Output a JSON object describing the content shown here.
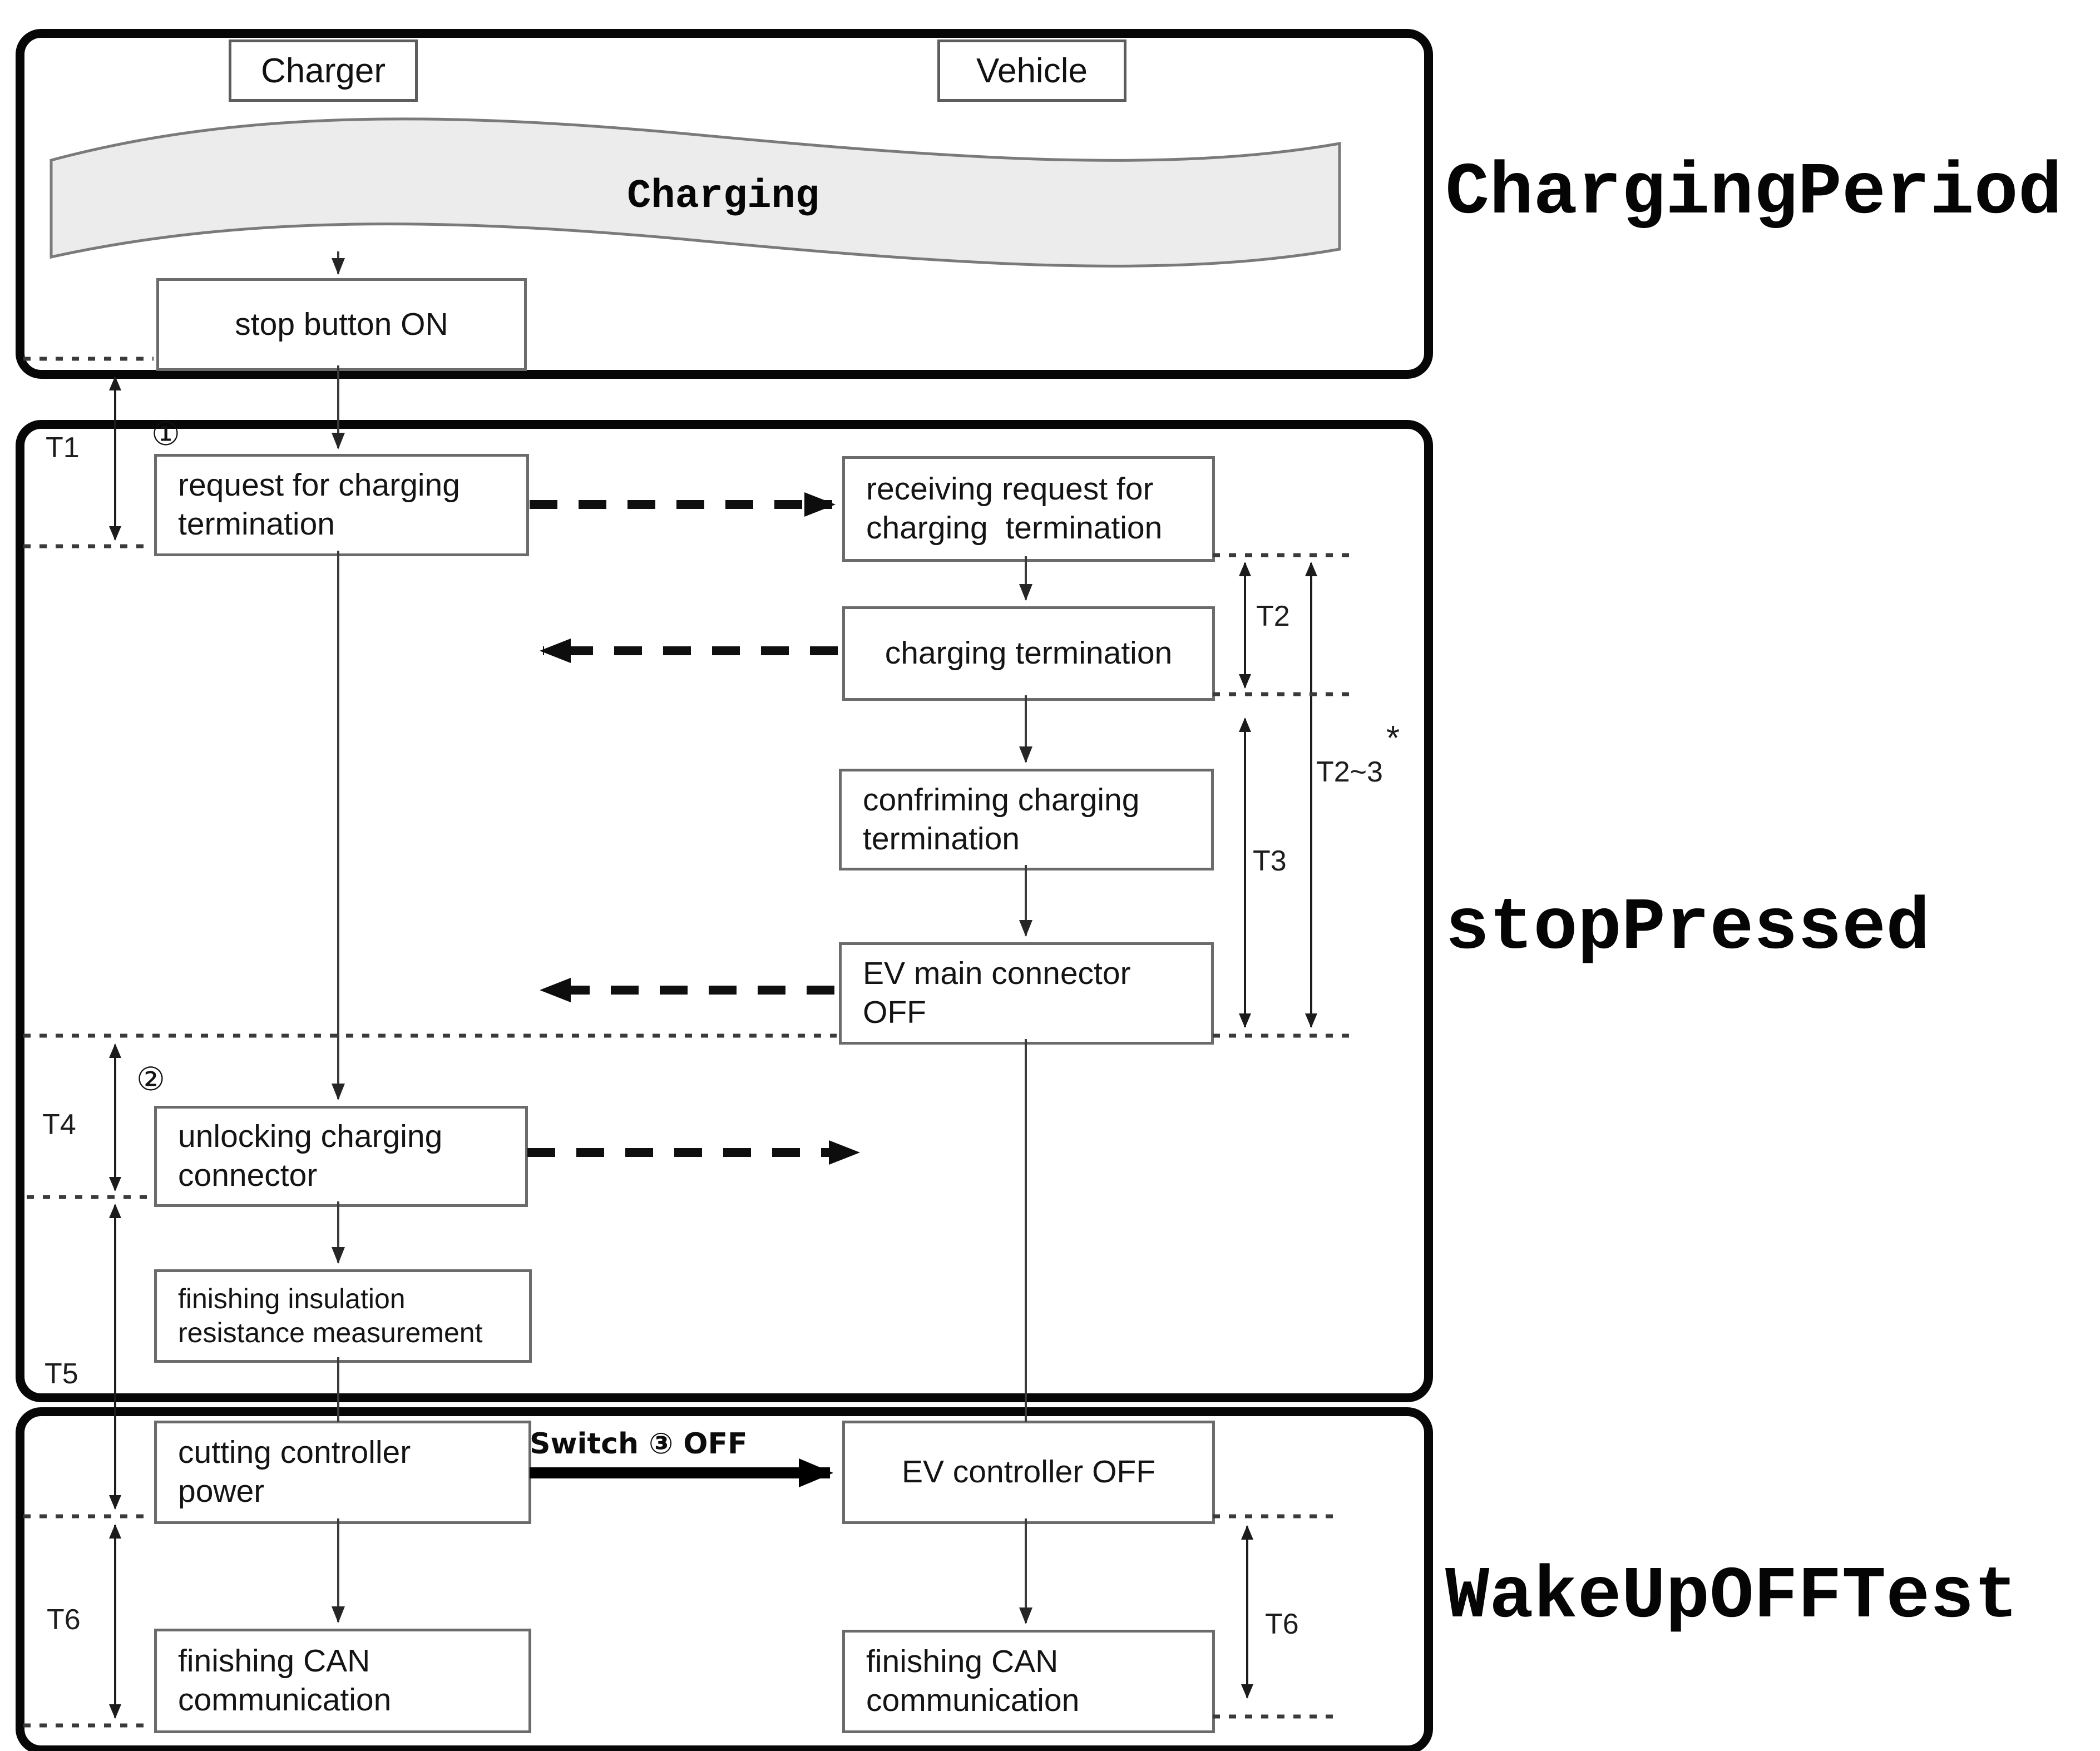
{
  "section_labels": {
    "charging_period": "ChargingPeriod",
    "stop_pressed": "stopPressed",
    "wakeup_off_test": "WakeUpOFFTest"
  },
  "lanes": {
    "charger": "Charger",
    "vehicle": "Vehicle"
  },
  "banner": {
    "label": "Charging"
  },
  "boxes": {
    "stop_button": "stop button ON",
    "request": "request for charging\ntermination",
    "receiving": "receiving request for\ncharging  termination",
    "charging_termination": "charging termination",
    "confirming": "confriming charging\ntermination",
    "ev_main_connector": "EV main connector\nOFF",
    "unlocking": "unlocking charging\nconnector",
    "finishing_insulation": "finishing insulation\nresistance measurement",
    "cutting_controller": "cutting controller\npower",
    "ev_controller": "EV controller OFF",
    "finishing_can_left": "finishing CAN\ncommunication",
    "finishing_can_right": "finishing CAN\ncommunication"
  },
  "timings": {
    "t1": "T1",
    "t2": "T2",
    "t3": "T3",
    "t2_3": "T2~3",
    "t2_3_star": "*",
    "t4": "T4",
    "t5": "T5",
    "t6_left": "T6",
    "t6_right": "T6"
  },
  "steps": {
    "one": "①",
    "two": "②"
  },
  "switch_label": "Switch ③ OFF"
}
